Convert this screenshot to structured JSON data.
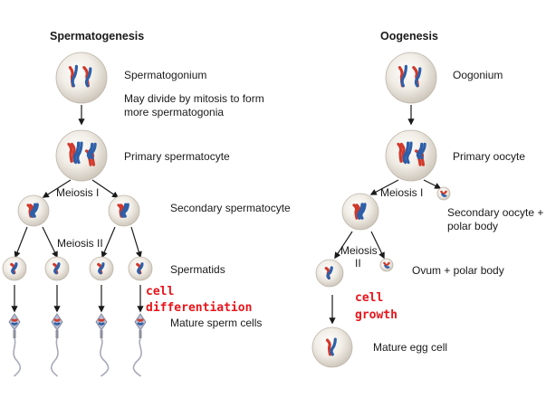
{
  "spermatogenesis": {
    "title": "Spermatogenesis",
    "spermatogonium": "Spermatogonium",
    "mitosis_note_line1": "May divide by mitosis to form",
    "mitosis_note_line2": "more spermatogonia",
    "primary": "Primary spermatocyte",
    "meiosis1": "Meiosis I",
    "secondary": "Secondary spermatocyte",
    "meiosis2": "Meiosis II",
    "spermatids": "Spermatids",
    "differentiation_line1": "cell",
    "differentiation_line2": "differentiation",
    "mature": "Mature sperm cells"
  },
  "oogenesis": {
    "title": "Oogenesis",
    "oogonium": "Oogonium",
    "primary": "Primary oocyte",
    "meiosis1": "Meiosis I",
    "secondary_line1": "Secondary oocyte +",
    "secondary_line2": "polar body",
    "meiosis2_line1": "Meiosis",
    "meiosis2_line2": "II",
    "ovum": "Ovum + polar body",
    "growth_line1": "cell",
    "growth_line2": "growth",
    "mature": "Mature egg cell"
  },
  "colors": {
    "chromosome_red": "#d0392b",
    "chromosome_blue": "#2e5fa8",
    "annotation_red": "#e8141a",
    "cell_fill": "#ece7df"
  }
}
